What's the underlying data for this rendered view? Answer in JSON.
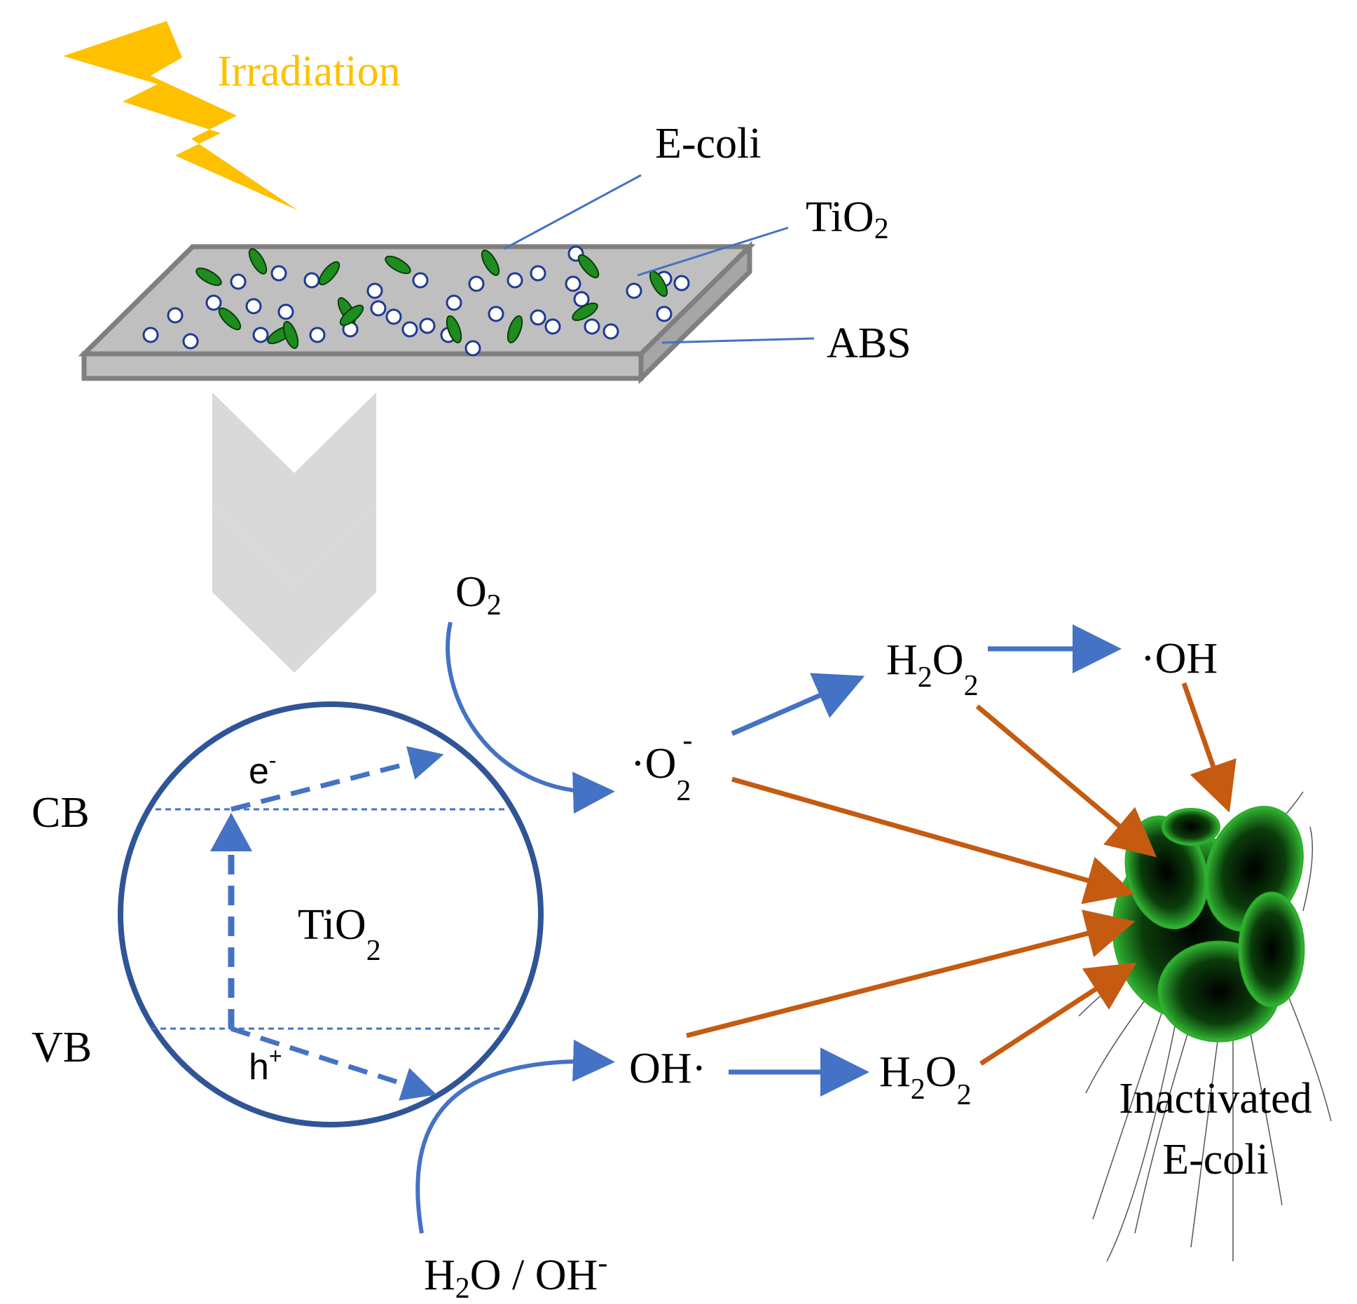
{
  "diagram": {
    "irradiation_label": "Irradiation",
    "ecoli_label": "E-coli",
    "tio2_label_top": {
      "base": "TiO",
      "sub": "2"
    },
    "abs_label": "ABS",
    "cb_label": "CB",
    "vb_label": "VB",
    "electron_label": {
      "base": "e",
      "sup": "-"
    },
    "hole_label": {
      "base": "h",
      "sup": "+"
    },
    "tio2_circle_label": {
      "base": "TiO",
      "sub": "2"
    },
    "o2_label": {
      "base": "O",
      "sub": "2"
    },
    "superoxide_label": {
      "pre": "·O",
      "sub": "2",
      "sup": "-"
    },
    "h2o2_top_label": {
      "a": "H",
      "sub1": "2",
      "b": "O",
      "sub2": "2"
    },
    "oh_radical_top_label": "·OH",
    "oh_radical_bottom_label": "OH·",
    "h2o2_bottom_label": {
      "a": "H",
      "sub1": "2",
      "b": "O",
      "sub2": "2"
    },
    "water_label": {
      "base": "H",
      "sub": "2",
      "mid": "O / OH",
      "sup": "-"
    },
    "inactivated_label_line1": "Inactivated",
    "inactivated_label_line2": "E-coli"
  },
  "colors": {
    "irradiation": "#FFC000",
    "blue_arrow": "#4472C4",
    "circle": "#2F5597",
    "orange_arrow": "#C55A11",
    "plate_top": "#BFBFBF",
    "plate_edge": "#7F7F7F",
    "chevron": "#D9D9D9",
    "bacteria": "#1E8C1E"
  }
}
